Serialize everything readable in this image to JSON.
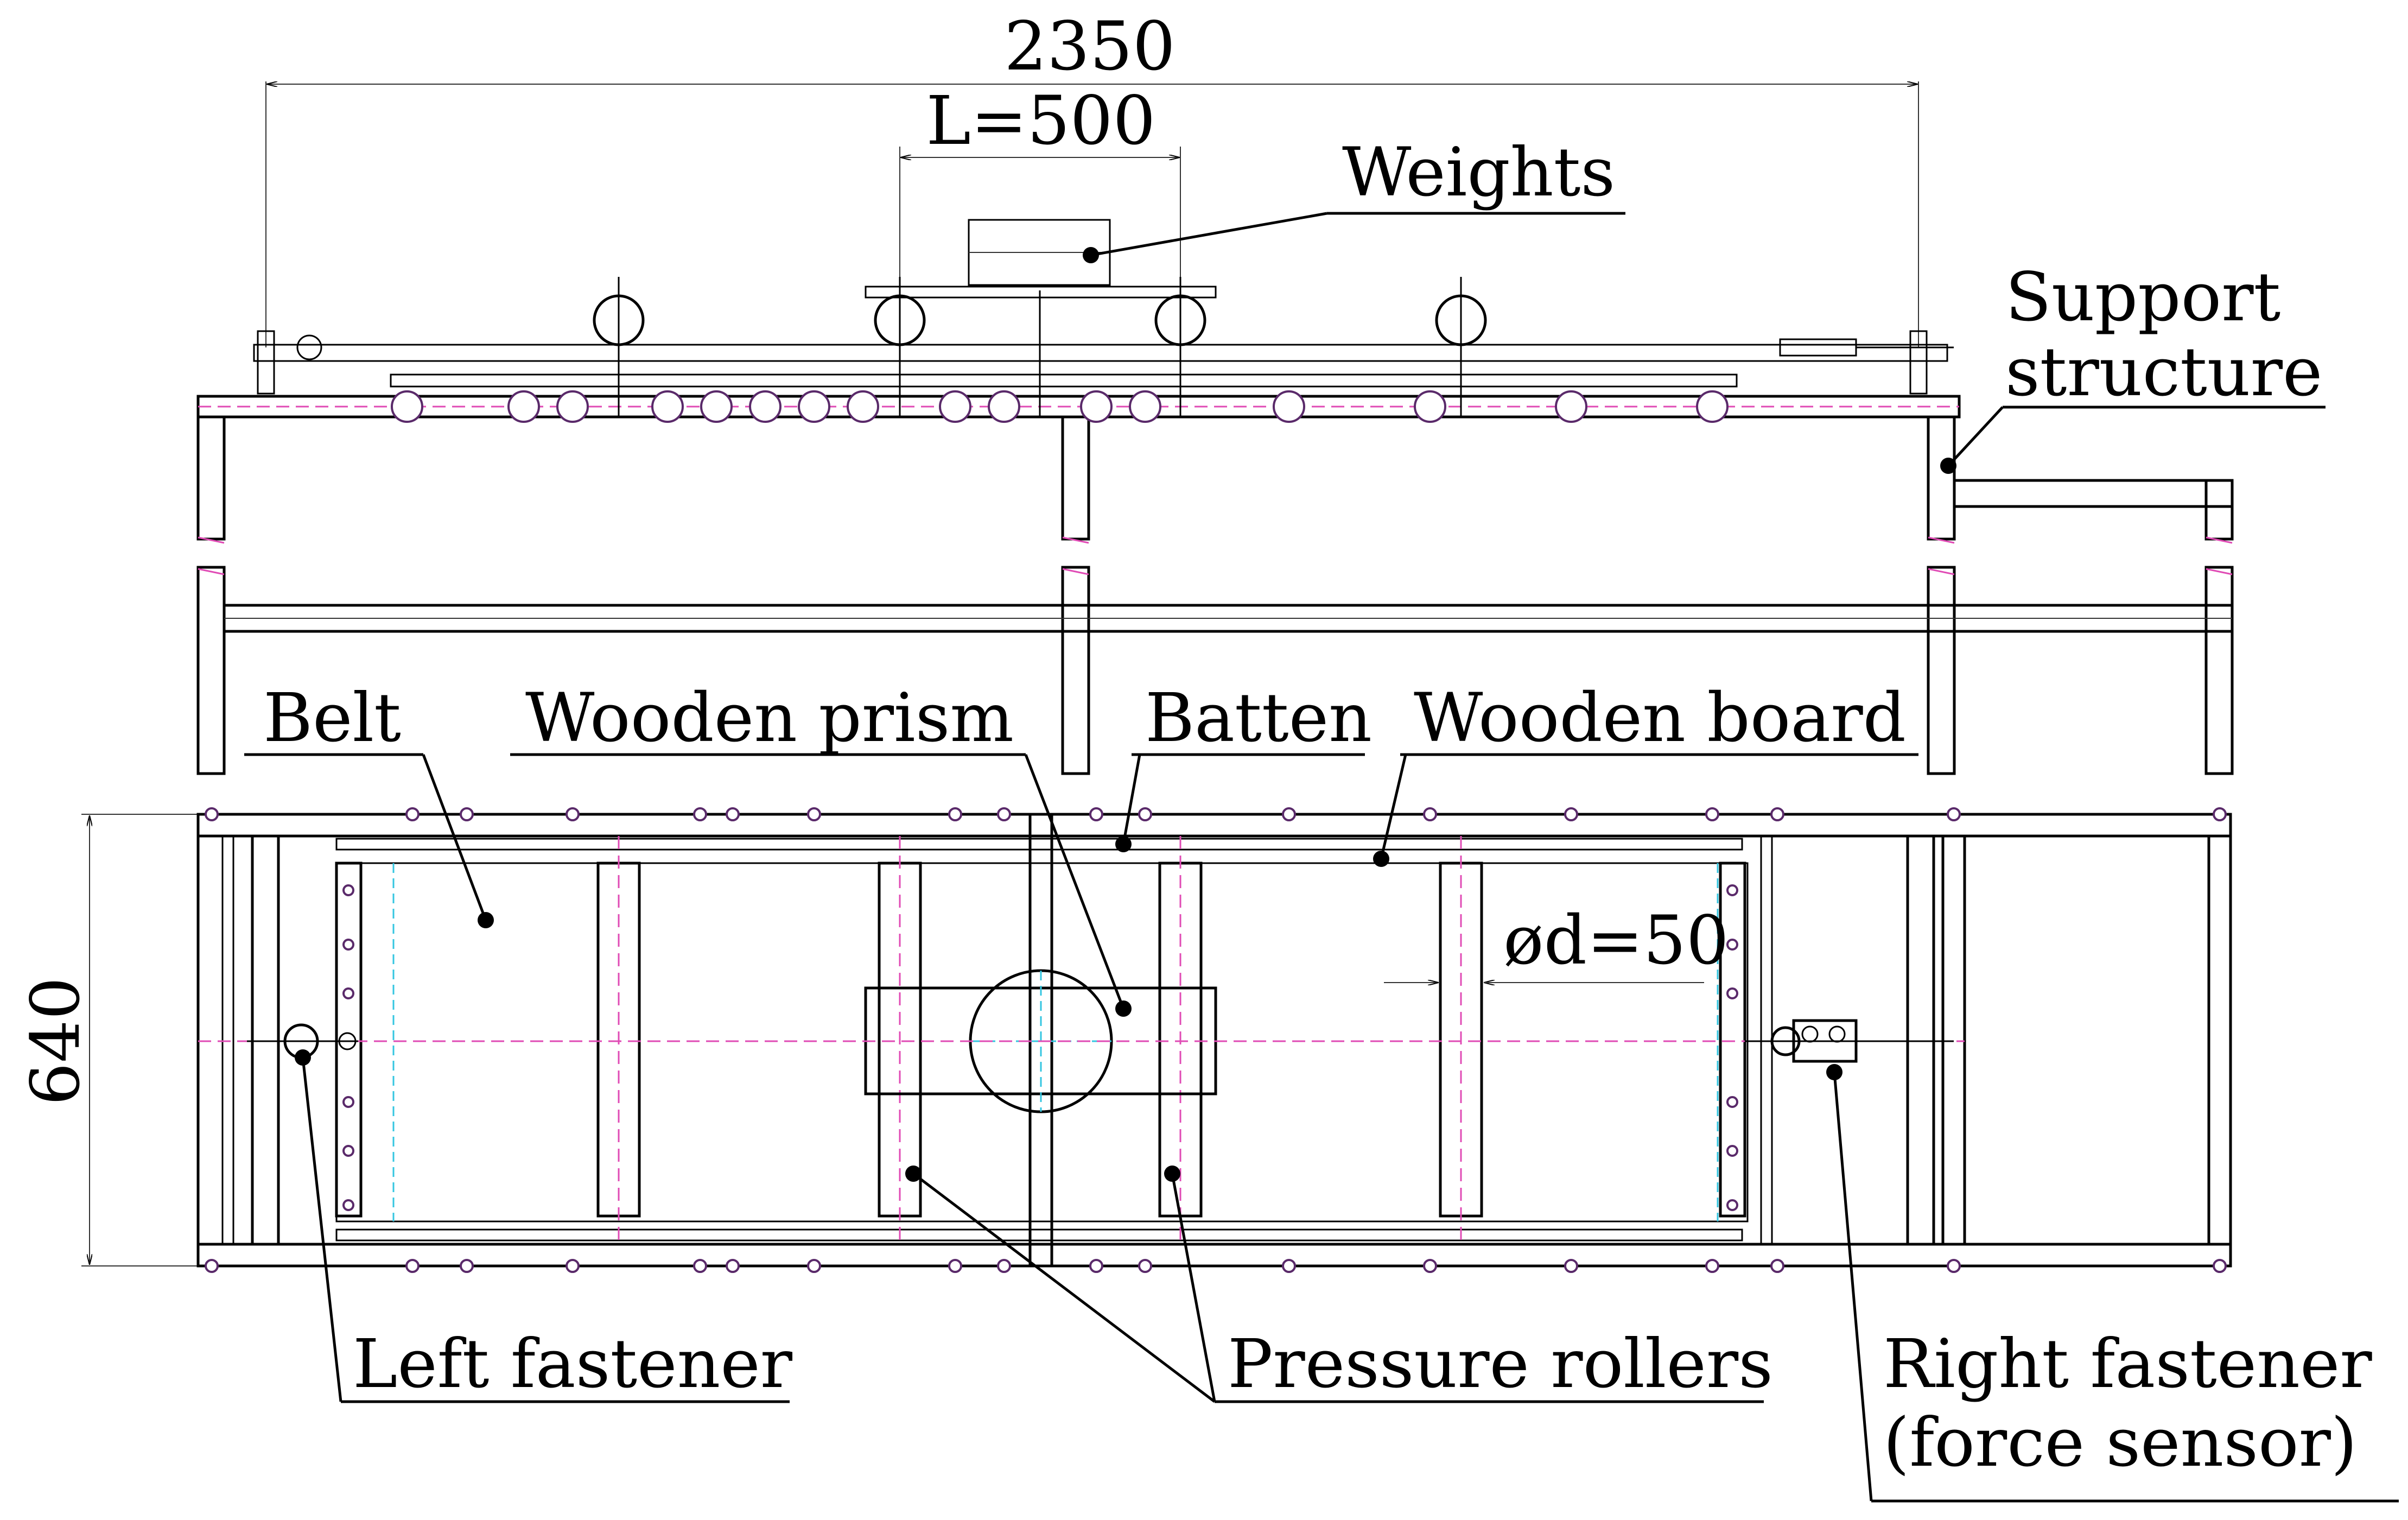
{
  "dimensions": {
    "overall_length": "2350",
    "load_length": "L=500",
    "width": "640",
    "roller_diameter": "ød=50"
  },
  "labels": {
    "weights": "Weights",
    "support_structure_line1": "Support",
    "support_structure_line2": "structure",
    "belt": "Belt",
    "wooden_prism": "Wooden prism",
    "batten": "Batten",
    "wooden_board": "Wooden board",
    "left_fastener": "Left fastener",
    "pressure_rollers": "Pressure rollers",
    "right_fastener_line1": "Right fastener",
    "right_fastener_line2": "(force sensor)"
  },
  "colors": {
    "lines": "#000000",
    "centerlines": "#e04bb5",
    "hidden_lines": "#34c6e0",
    "background": "#ffffff"
  }
}
